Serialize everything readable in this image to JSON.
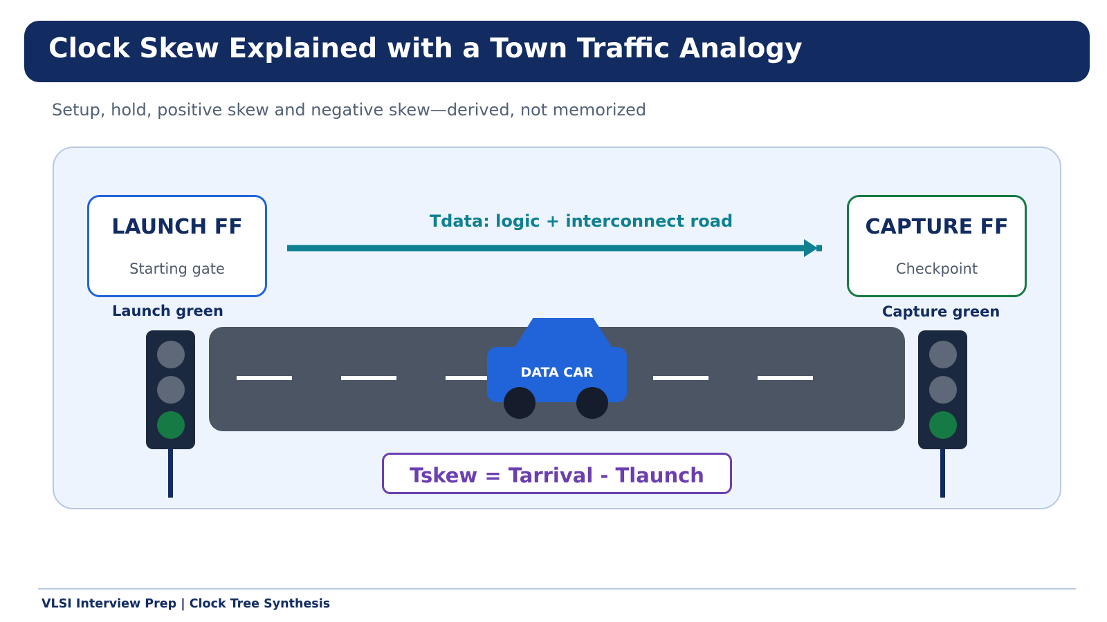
{
  "header": {
    "title": "Clock Skew Explained with a Town Traffic Analogy",
    "subtitle": "Setup, hold, positive skew and negative skew—derived, not memorized"
  },
  "diagram": {
    "launch_ff": {
      "title": "LAUNCH FF",
      "subtitle": "Starting gate"
    },
    "capture_ff": {
      "title": "CAPTURE FF",
      "subtitle": "Checkpoint"
    },
    "data_path_label": "Tdata: logic + interconnect road",
    "launch_signal_label": "Launch green",
    "capture_signal_label": "Capture green",
    "car_label": "DATA CAR",
    "formula": "Tskew = Tarrival - Tlaunch",
    "traffic_lights": {
      "launch": {
        "active_lamp": "green"
      },
      "capture": {
        "active_lamp": "green"
      }
    }
  },
  "colors": {
    "navy": "#122c62",
    "launch_blue": "#2164d9",
    "capture_green": "#167a44",
    "path_teal": "#0e8090",
    "formula_purple": "#6b3fb0",
    "road_gray": "#4b5564",
    "panel_bg": "#edf4fe"
  },
  "icons": {
    "car": "car-icon",
    "traffic_light": "traffic-light-icon",
    "arrow": "arrow-right-icon"
  },
  "footer": {
    "text": "VLSI Interview Prep | Clock Tree Synthesis"
  }
}
